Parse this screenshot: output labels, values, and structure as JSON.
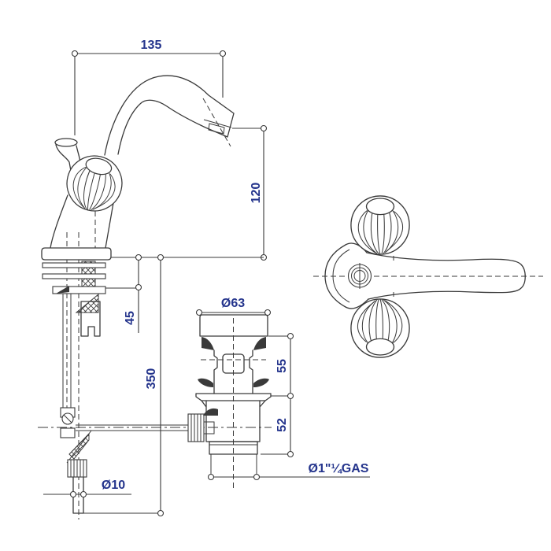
{
  "drawing": {
    "description": "faucet-technical-drawing",
    "dimensions": {
      "spout_projection": "135",
      "spout_height": "120",
      "mounting_depth": "45",
      "supply_length": "350",
      "waste_flange_diameter": "Ø63",
      "waste_upper_height": "55",
      "waste_lower_height": "52",
      "rod_diameter": "Ø10",
      "waste_thread": "Ø1\"¼GAS"
    },
    "colors": {
      "line_color": "#3a3a3a",
      "dimension_text_color": "#24348c",
      "background": "#ffffff"
    }
  }
}
